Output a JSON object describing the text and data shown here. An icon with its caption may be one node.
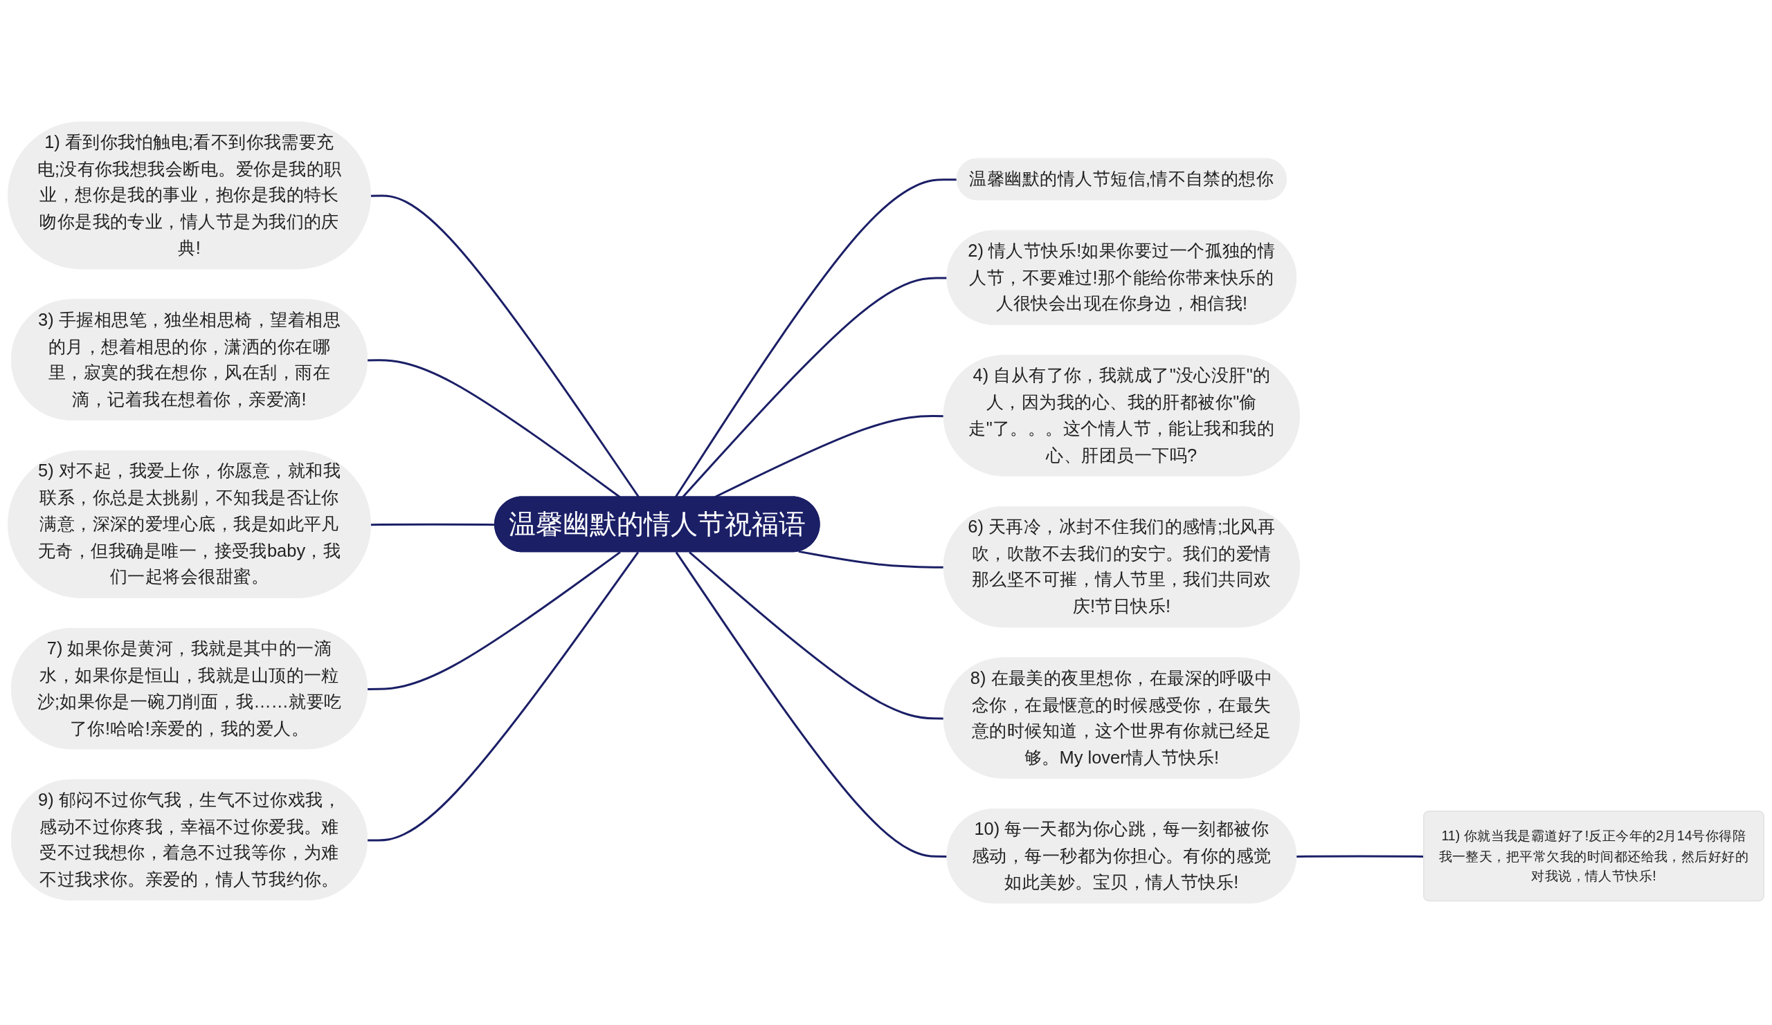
{
  "diagram": {
    "nodes": [
      {
        "text": [
          "温馨幽默的情人节祝福语"
        ]
      },
      {
        "text": [
          "温馨幽默的情人节短信,情不自禁的想你"
        ]
      },
      {
        "text": [
          "2) 情人节快乐!如果你要过一个孤独的情人节，不要难过!那个能给你带来快乐的人很快会出现在你身边，相信我!"
        ]
      },
      {
        "text": [
          "4) 自从有了你，我就成了\"没心没肝\"的人，因为我的心、我的肝都被你\"偷走\"了。。。这个情人节，能让我和我的心、肝团员一下吗?"
        ]
      },
      {
        "text": [
          "6) 天再冷，冰封不住我们的感情;北风再吹，吹散不去我们的安宁。我们的爱情那么坚不可摧，情人节里，我们共同欢庆!节日快乐!"
        ]
      },
      {
        "text": [
          "8) 在最美的夜里想你，在最深的呼吸中念你，在最惬意的时候感受你，在最失意的时候知道，这个世界有你就已经足够。My lover情人节快乐!"
        ]
      },
      {
        "text": [
          "10) 每一天都为你心跳，每一刻都被你感动，每一秒都为你担心。有你的感觉如此美妙。宝贝，情人节快乐!"
        ]
      },
      {
        "text": [
          "11) 你就当我是霸道好了!反正今年的2月14号你得陪我一整天，把平常欠我的时间都还给我，然后好好的对我说，情人节快乐!"
        ]
      },
      {
        "text": [
          "1) 看到你我怕触电;看不到你我需要充电;没有你我想我会断电。爱你是我的职业，想你是我的事业，抱你是我的特长吻你是我的专业，情人节是为我们的庆典!"
        ]
      },
      {
        "text": [
          "3) 手握相思笔，独坐相思椅，望着相思的月，想着相思的你，潇洒的你在哪里，寂寞的我在想你，风在刮，雨在滴，记着我在想着你，亲爱滴!"
        ]
      },
      {
        "text": [
          "5) 对不起，我爱上你，你愿意，就和我联系，你总是太挑剔，不知我是否让你满意，深深的爱埋心底，我是如此平凡无奇，但我确是唯一，接受我baby，我们一起将会很甜蜜。"
        ]
      },
      {
        "text": [
          "7) 如果你是黄河，我就是其中的一滴水，如果你是恒山，我就是山顶的一粒沙;如果你是一碗刀削面，我……就要吃了你!哈哈!亲爱的，我的爱人。"
        ]
      },
      {
        "text": [
          "9) 郁闷不过你气我，生气不过你戏我，感动不过你疼我，幸福不过你爱我。难受不过我想你，着急不过我等你，为难不过我求你。亲爱的，情人节我约你。"
        ]
      }
    ],
    "edges": [
      {
        "from": 0,
        "to": 1,
        "arrow": "none"
      },
      {
        "from": 0,
        "to": 2,
        "arrow": "none"
      },
      {
        "from": 0,
        "to": 3,
        "arrow": "none"
      },
      {
        "from": 0,
        "to": 4,
        "arrow": "none"
      },
      {
        "from": 0,
        "to": 5,
        "arrow": "none"
      },
      {
        "from": 0,
        "to": 6,
        "arrow": "none"
      },
      {
        "from": 6,
        "to": 7,
        "arrow": "none"
      },
      {
        "from": 8,
        "to": 0,
        "arrow": "none"
      },
      {
        "from": 9,
        "to": 0,
        "arrow": "none"
      },
      {
        "from": 10,
        "to": 0,
        "arrow": "none"
      },
      {
        "from": 11,
        "to": 0,
        "arrow": "none"
      },
      {
        "from": 12,
        "to": 0,
        "arrow": "none"
      }
    ]
  }
}
